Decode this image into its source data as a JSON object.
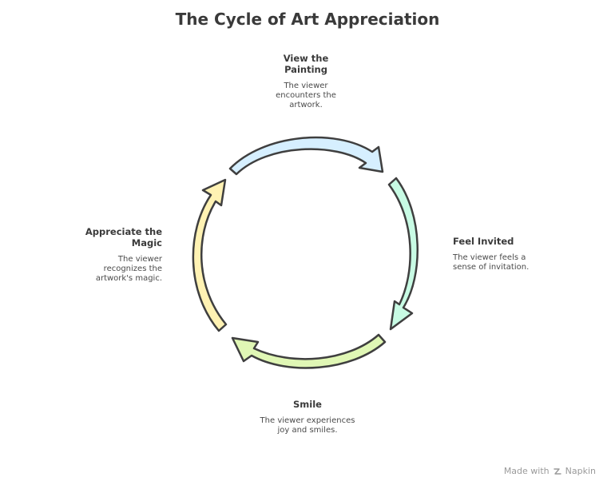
{
  "title": "The Cycle of Art Appreciation",
  "steps": [
    {
      "title": "View the Painting",
      "description": "The viewer encounters the artwork.",
      "color": "#d6efff"
    },
    {
      "title": "Feel Invited",
      "description": "The viewer feels a sense of invitation.",
      "color": "#c8fbe4"
    },
    {
      "title": "Smile",
      "description": "The viewer experiences joy and smiles.",
      "color": "#e0f7b5"
    },
    {
      "title": "Appreciate the Magic",
      "description": "The viewer recognizes the artwork's magic.",
      "color": "#fff2b3"
    }
  ],
  "footer": {
    "made_with": "Made with",
    "brand": "Napkin"
  },
  "colors": {
    "stroke": "#3f3f3f",
    "text": "#3a3a3a",
    "footer": "#9a9a9a"
  }
}
